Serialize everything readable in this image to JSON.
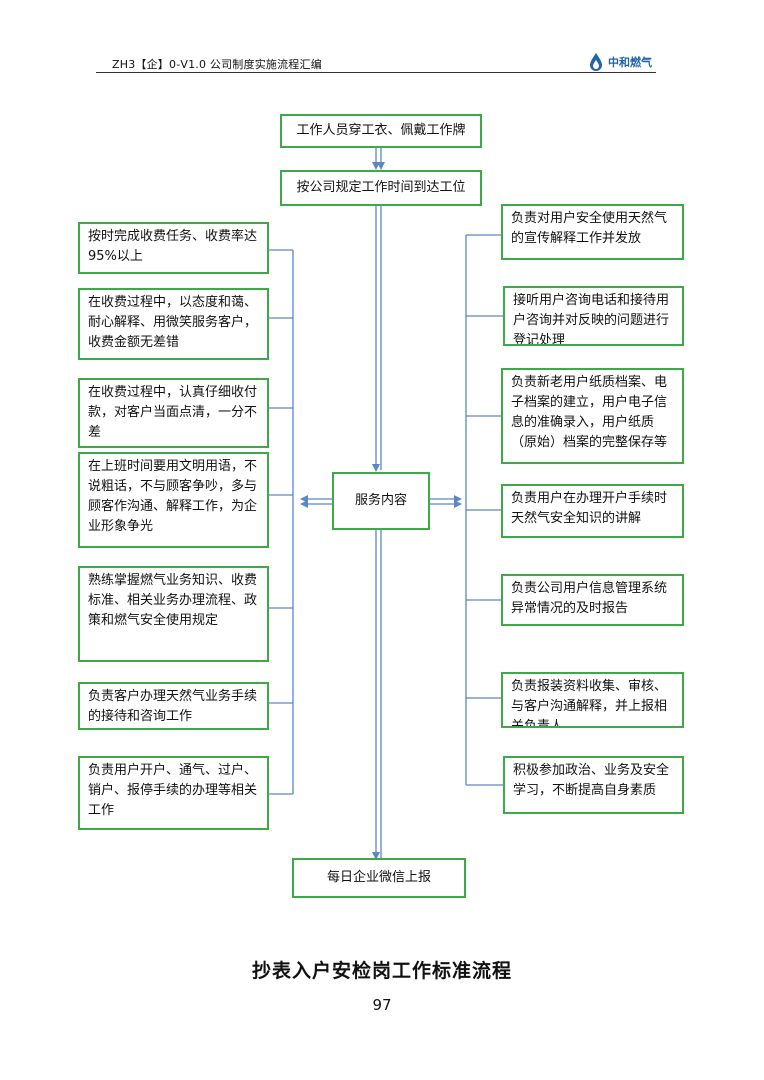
{
  "header": {
    "doc_code": "ZH3【企】0-V1.0 公司制度实施流程汇编",
    "brand": "中和燃气"
  },
  "flow": {
    "top1": "工作人员穿工衣、佩戴工作牌",
    "top2": "按公司规定工作时间到达工位",
    "center": "服务内容",
    "bottom": "每日企业微信上报"
  },
  "left_items": [
    "按时完成收费任务、收费率达95%以上",
    "在收费过程中，以态度和蔼、耐心解释、用微笑服务客户，收费金额无差错",
    "在收费过程中，认真仔细收付款，对客户当面点清，一分不差",
    "在上班时间要用文明用语，不说粗话，不与顾客争吵，多与顾客作沟通、解释工作，为企业形象争光",
    "熟练掌握燃气业务知识、收费标准、相关业务办理流程、政策和燃气安全使用规定",
    "负责客户办理天然气业务手续的接待和咨询工作",
    "负责用户开户、通气、过户、销户、报停手续的办理等相关工作"
  ],
  "right_items": [
    "负责对用户安全使用天然气的宣传解释工作并发放",
    "接听用户咨询电话和接待用户咨询并对反映的问题进行登记处理",
    "负责新老用户纸质档案、电子档案的建立，用户电子信息的准确录入，用户纸质（原始）档案的完整保存等",
    "负责用户在办理开户手续时天然气安全知识的讲解",
    "负责公司用户信息管理系统异常情况的及时报告",
    "负责报装资料收集、审核、与客户沟通解释，并上报相关负责人",
    "积极参加政治、业务及安全学习，不断提高自身素质"
  ],
  "caption": "抄表入户安检岗工作标准流程",
  "page_number": "97",
  "colors": {
    "box_border": "#3daa47",
    "connector": "#5b87c5",
    "brand": "#2463a8"
  }
}
